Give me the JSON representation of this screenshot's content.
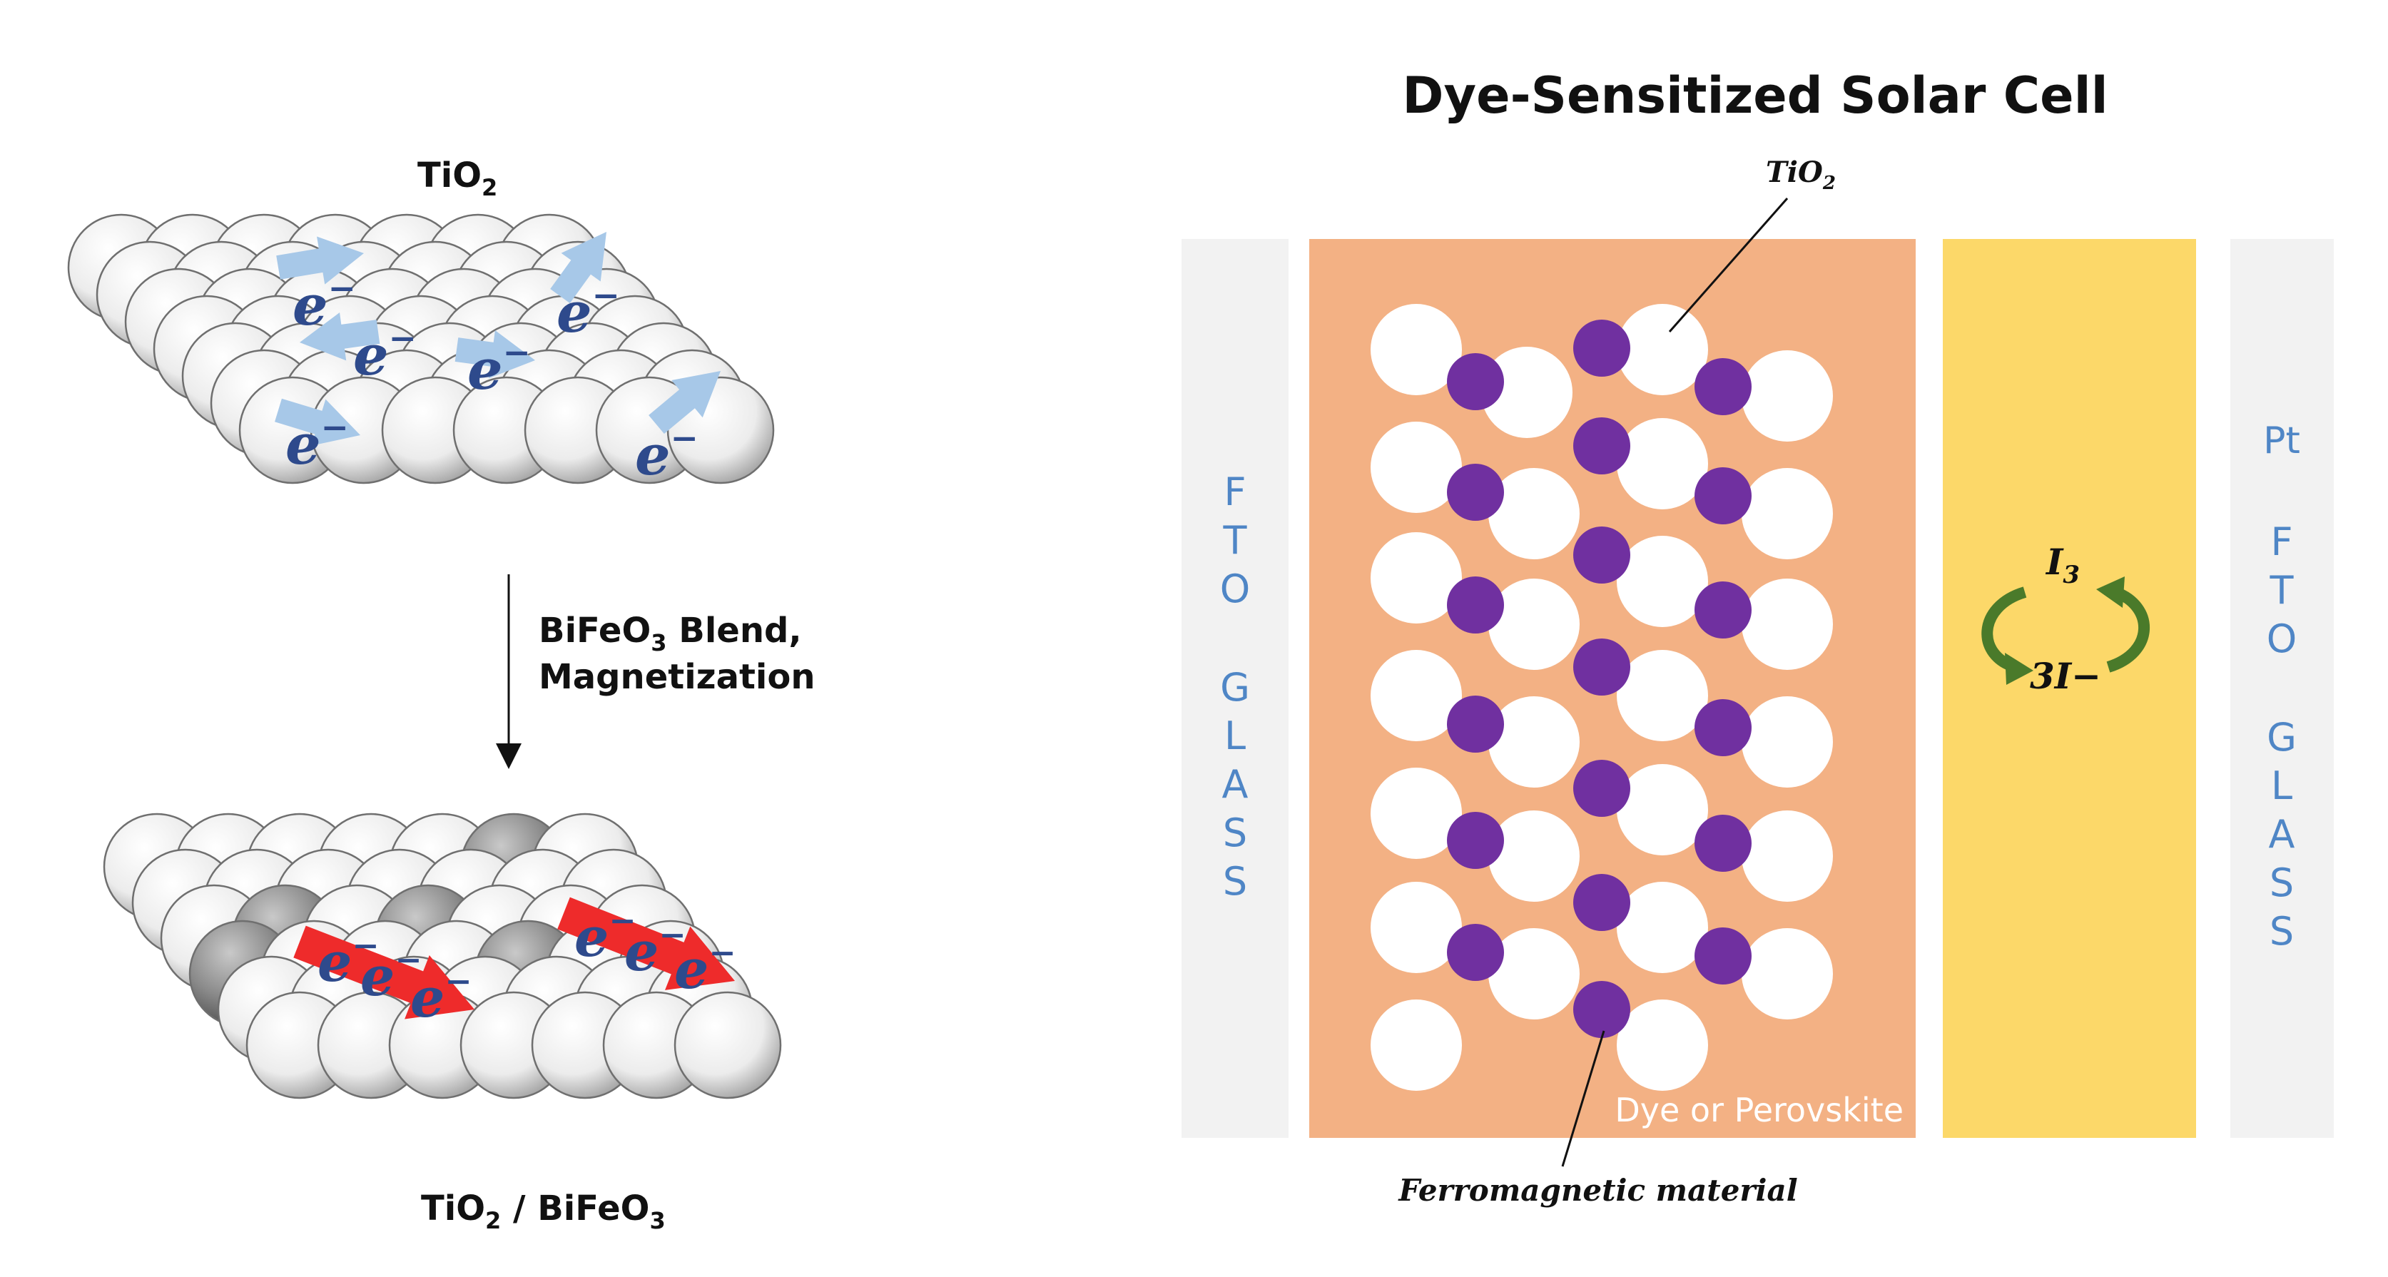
{
  "left_panel": {
    "top_label": {
      "base": "TiO",
      "sub": "2"
    },
    "electron_symbol": "e",
    "electron_sup": "−",
    "arrow_label": {
      "line1_base": "BiFeO",
      "line1_sub": "3",
      "line1_rest": " Blend,",
      "line2": "Magnetization"
    },
    "bottom_label": {
      "a": "TiO",
      "a_sub": "2",
      "sep": " / BiFeO",
      "b_sub": "3"
    }
  },
  "right_panel": {
    "title": "Dye-Sensitized Solar Cell",
    "tio2_label": {
      "base": "TiO",
      "sub": "2"
    },
    "ferromagnetic_label": "Ferromagnetic material",
    "dye_label": "Dye or Perovskite",
    "electrolyte": {
      "i3_base": "I",
      "i3_sub": "3",
      "i_minus": "3I−"
    },
    "left_glass_letters": [
      "F",
      "T",
      "O",
      "G",
      "L",
      "A",
      "S",
      "S"
    ],
    "right_pt": "Pt",
    "right_glass_letters": [
      "F",
      "T",
      "O",
      "G",
      "L",
      "A",
      "S",
      "S"
    ]
  },
  "colors": {
    "glass": "#f2f2f2",
    "dye_layer": "#f3b184",
    "electrolyte": "#fcd869",
    "ferromagnetic": "#7030a0",
    "electron_arrow": "#a7c8e8",
    "magnetized_arrow": "#ee2b2b",
    "electron_text": "#2e4a8c",
    "cycle_arrow": "#4a7a2a"
  }
}
